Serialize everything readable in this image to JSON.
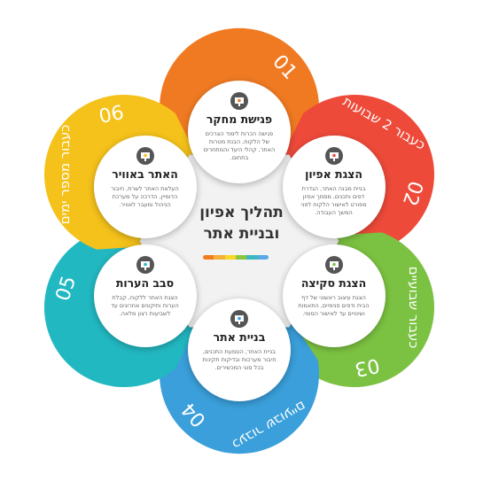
{
  "center": {
    "title_line1": "תהליך אפיון",
    "title_line2": "ובניית אתר",
    "bar_colors": [
      "#f47c20",
      "#f2b134",
      "#f6d82a",
      "#8cc63f",
      "#3db7c4",
      "#5aa9e6"
    ]
  },
  "steps": [
    {
      "number": "01",
      "title": "פגישת מחקר",
      "description": "פגישה הכרות לימוד הצרכים של הלקוח, הבנת מטרות האתר, קהלי היעד והמתחרים בתחום.",
      "duration": "",
      "color": "#f07a22",
      "icon": "head-gear-icon"
    },
    {
      "number": "02",
      "title": "הצגת אפיון",
      "description": "בניית מבנה האתר, הגדרת דפים ותכנים, מסמך אפיון מפורט לאישור הלקוח לפני המשך העבודה.",
      "duration": "כעבור 2 שבועות",
      "color": "#ee4a3a",
      "icon": "presentation-icon"
    },
    {
      "number": "03",
      "title": "הצגת סקיצה",
      "description": "הצגת עיצוב ראשוני של דף הבית ודפים פנימיים, התאמות ושינויים עד לאישור הסופי.",
      "duration": "כעבור שבועיים",
      "color": "#7cc242",
      "icon": "browser-window-icon"
    },
    {
      "number": "04",
      "title": "בניית אתר",
      "description": "בניית האתר, הטמעת התכנים, חיבור מערכות ובדיקות תקינות בכל סוגי המכשירים.",
      "duration": "כעבור שבועיים",
      "color": "#3a9fda",
      "icon": "monitor-icon"
    },
    {
      "number": "05",
      "title": "סבב הערות",
      "description": "הצגת האתר ללקוח, קבלת הערות ותיקונים אחרונים עד לשביעות רצון מלאה.",
      "duration": "",
      "color": "#22b8c2",
      "icon": "team-cycle-icon"
    },
    {
      "number": "06",
      "title": "האתר באוויר",
      "description": "העלאת האתר לשרת, חיבור הדומיין, הדרכה על מערכת הניהול ומעבר לאוויר.",
      "duration": "כעבור מספר ימים",
      "color": "#f5c21b",
      "icon": "presentation-board-icon"
    }
  ]
}
